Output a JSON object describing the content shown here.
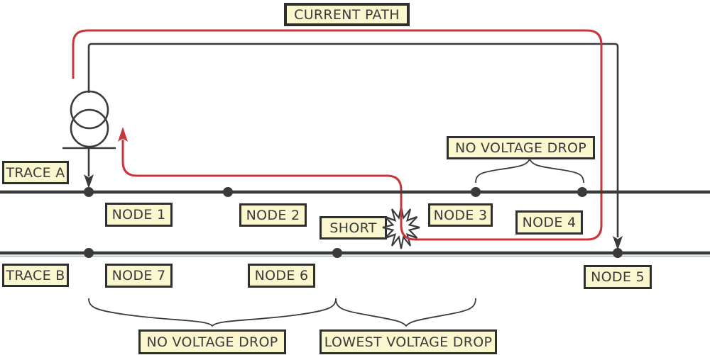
{
  "diagram": {
    "type": "schematic",
    "description": "Short-circuit current path between two PCB traces with numbered nodes",
    "current_path_label": "CURRENT PATH",
    "trace_a_label": "TRACE A",
    "trace_b_label": "TRACE B",
    "short_label": "SHORT",
    "node_labels": {
      "node1": "NODE 1",
      "node2": "NODE 2",
      "node3": "NODE 3",
      "node4": "NODE 4",
      "node5": "NODE 5",
      "node6": "NODE 6",
      "node7": "NODE 7"
    },
    "annotations": {
      "no_voltage_drop_top": "NO VOLTAGE DROP",
      "no_voltage_drop_bottom": "NO VOLTAGE DROP",
      "lowest_voltage_drop": "LOWEST VOLTAGE DROP"
    },
    "colors": {
      "current_path_red": "#C8353A",
      "line_dark": "#3A3A3A",
      "label_fill": "#FAF7CF",
      "label_border": "#2F2F2F",
      "trace_b_accent": "#8FB8B8",
      "background": "#FFFFFF"
    }
  }
}
